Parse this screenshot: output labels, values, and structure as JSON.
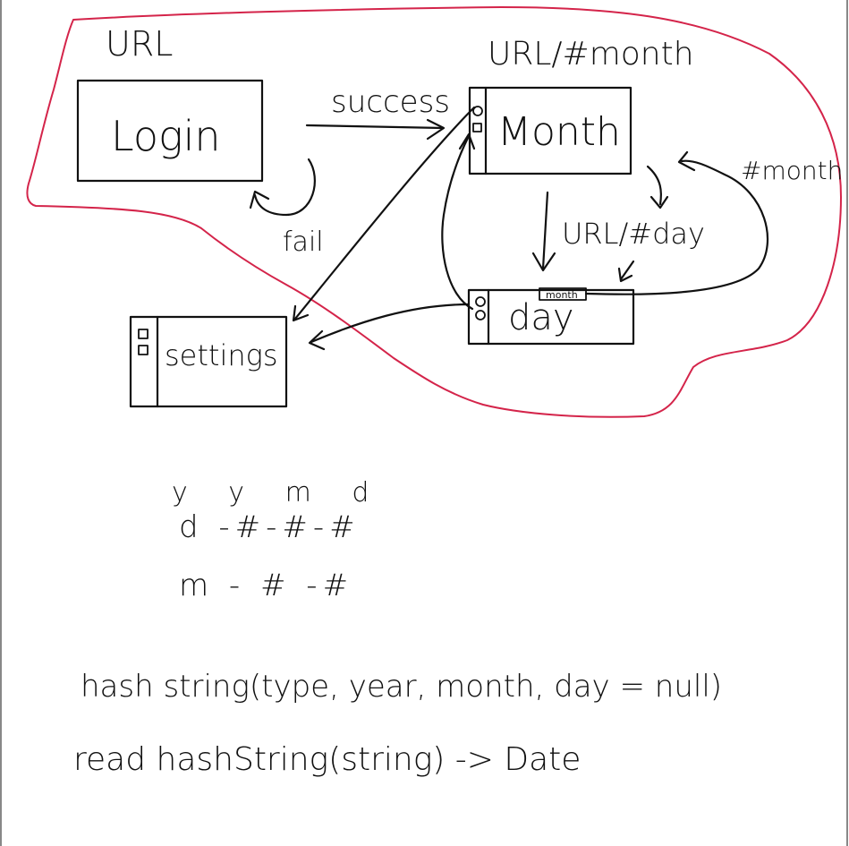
{
  "labels": {
    "url": "URL",
    "url_month": "URL/#month",
    "success": "success",
    "fail": "fail",
    "url_day": "URL/#day",
    "hash_month": "#month",
    "login": "Login",
    "month": "Month",
    "day": "day",
    "month_tag": "month",
    "settings": "settings"
  },
  "notes": {
    "letters": "y  y  m  d",
    "line1": "d -#-#-#",
    "line2": "m - # -#",
    "line3": "hash string(type, year, month, day = null)",
    "line4": "read hashString(string) -> Date"
  },
  "colors": {
    "ink": "#111111",
    "outline": "#d4244a",
    "background": "#ffffff"
  }
}
